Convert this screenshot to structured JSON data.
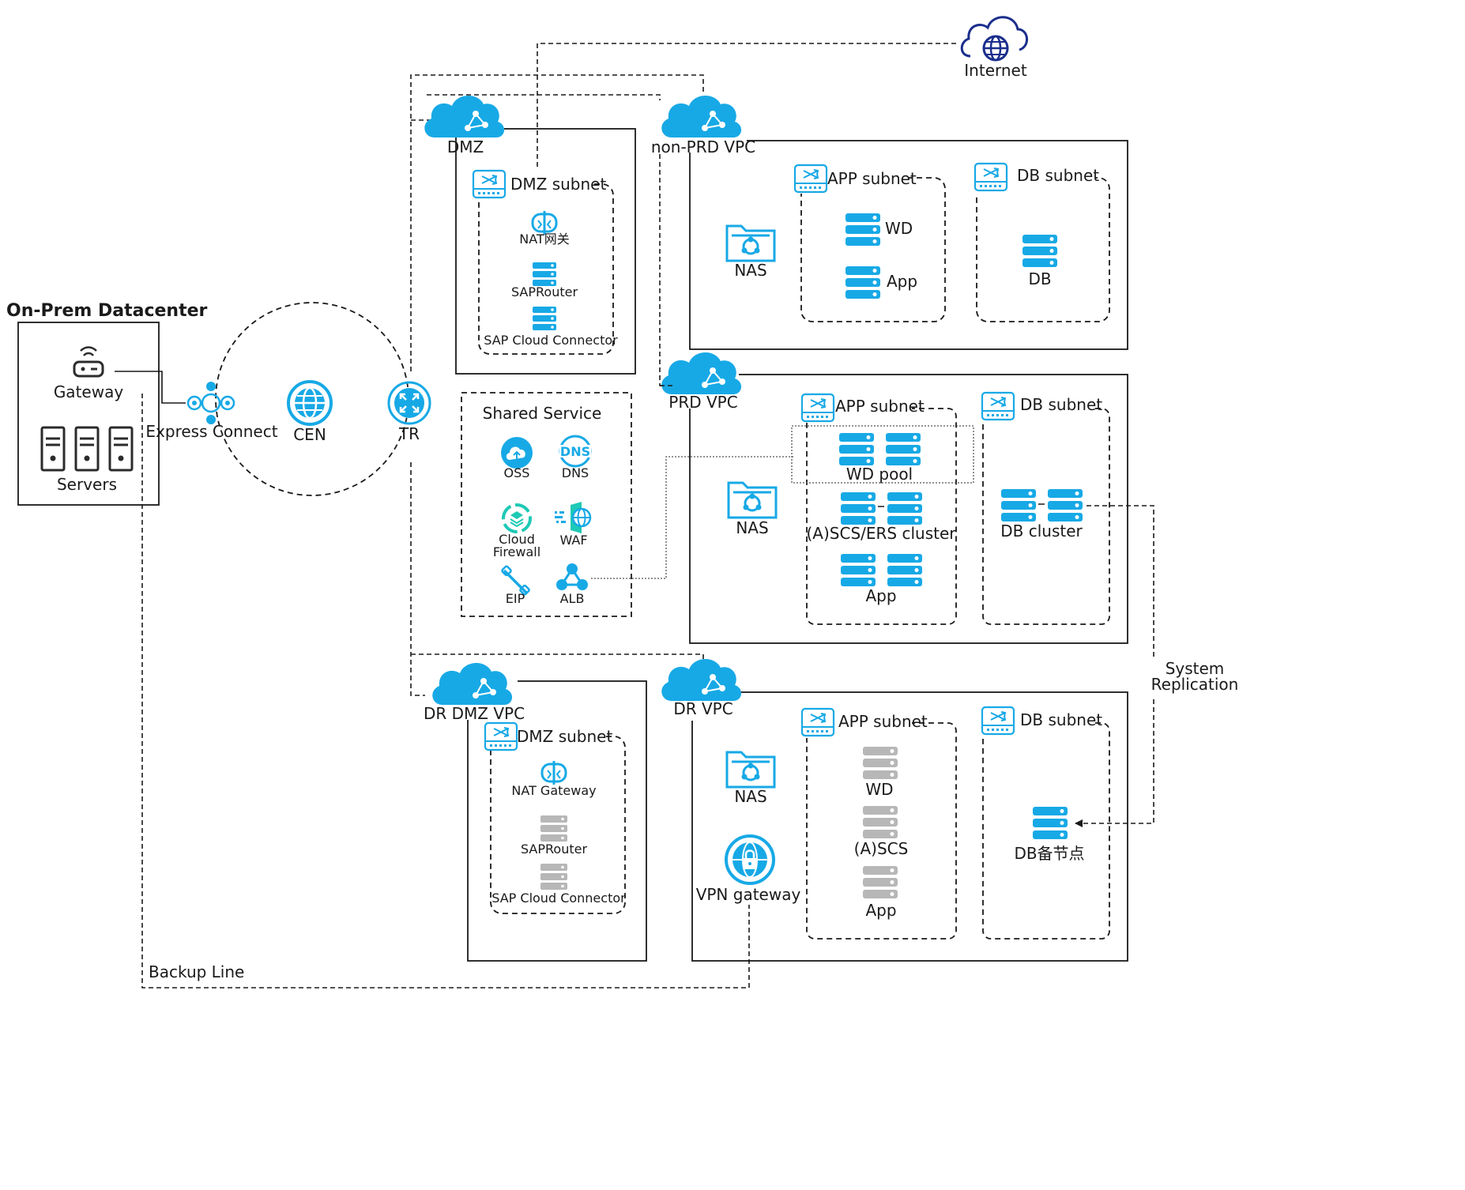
{
  "colors": {
    "accent": "#17a9e6",
    "teal": "#1ec9b5",
    "grey": "#b7b7b7",
    "line": "#1a1a1a",
    "icon_dark": "#2b2b2b"
  },
  "internet": {
    "label": "Internet",
    "icon": "cloud-globe-icon"
  },
  "onprem": {
    "title": "On-Prem Datacenter",
    "gateway": "Gateway",
    "servers": "Servers"
  },
  "express_connect": "Express Connect",
  "cen": "CEN",
  "tr": "TR",
  "backup_line": "Backup Line",
  "dmz": {
    "vpc": "DMZ",
    "subnet": "DMZ subnet",
    "nat": "NAT网关",
    "saprouter": "SAPRouter",
    "sapcc": "SAP Cloud Connector"
  },
  "shared": {
    "title": "Shared Service",
    "oss": "OSS",
    "dns": "DNS",
    "cloud_firewall_1": "Cloud",
    "cloud_firewall_2": "Firewall",
    "waf": "WAF",
    "eip": "EIP",
    "alb": "ALB"
  },
  "nonprd": {
    "vpc": "non-PRD VPC",
    "nas": "NAS",
    "app_subnet": "APP subnet",
    "wd": "WD",
    "app": "App",
    "db_subnet": "DB subnet",
    "db": "DB"
  },
  "prd": {
    "vpc": "PRD VPC",
    "nas": "NAS",
    "app_subnet": "APP subnet",
    "wd_pool": "WD pool",
    "ascs": "(A)SCS/ERS cluster",
    "app": "App",
    "db_subnet": "DB subnet",
    "db_cluster": "DB cluster"
  },
  "system_replication_1": "System",
  "system_replication_2": "Replication",
  "drdmz": {
    "vpc": "DR DMZ VPC",
    "subnet": "DMZ subnet",
    "nat": "NAT Gateway",
    "saprouter": "SAPRouter",
    "sapcc": "SAP Cloud Connector"
  },
  "dr": {
    "vpc": "DR VPC",
    "nas": "NAS",
    "vpn": "VPN gateway",
    "app_subnet": "APP subnet",
    "wd": "WD",
    "ascs": "(A)SCS",
    "app": "App",
    "db_subnet": "DB subnet",
    "db_standby": "DB备节点"
  }
}
